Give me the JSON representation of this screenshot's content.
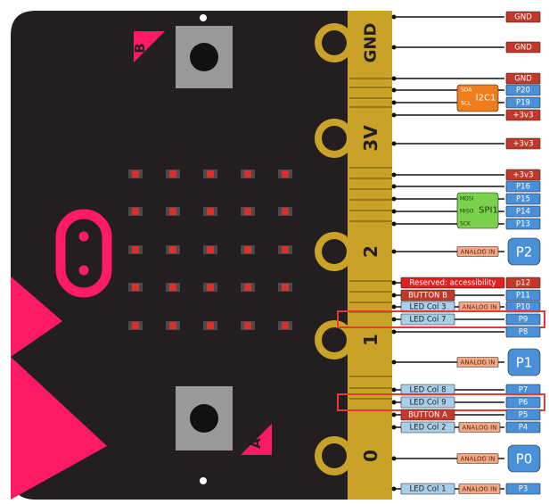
{
  "board": {
    "button_b_label": "B",
    "button_a_label": "A",
    "big_pins": [
      {
        "id": "gnd",
        "label": "GND"
      },
      {
        "id": "3v",
        "label": "3V"
      },
      {
        "id": "2",
        "label": "2"
      },
      {
        "id": "1",
        "label": "1"
      },
      {
        "id": "0",
        "label": "0"
      }
    ],
    "led_grid": {
      "rows": 5,
      "cols": 5
    }
  },
  "colors": {
    "board": "#231f20",
    "edge_connector": "#c9a227",
    "pink": "#ff1a66",
    "gnd_pwr": "#c0392b",
    "pin_blue": "#4a90d9",
    "led_col": "#a9cfe8",
    "button_label": "#c0392b",
    "analog": "#f4a986",
    "i2c": "#f07c1c",
    "spi": "#7ad14b",
    "reserved": "#e02020",
    "highlight": "#e53935"
  },
  "pins": [
    {
      "id": "gnd-top",
      "labels": [
        {
          "text": "GND",
          "type": "gnd"
        }
      ]
    },
    {
      "id": "gnd-big",
      "labels": [
        {
          "text": "GND",
          "type": "gnd"
        }
      ]
    },
    {
      "id": "gnd-small",
      "labels": [
        {
          "text": "GND",
          "type": "gnd"
        }
      ]
    },
    {
      "id": "p20",
      "labels": [
        {
          "text": "P20",
          "type": "pin"
        }
      ]
    },
    {
      "id": "p19",
      "labels": [
        {
          "text": "P19",
          "type": "pin"
        }
      ]
    },
    {
      "id": "3v3-a",
      "labels": [
        {
          "text": "+3v3",
          "type": "gnd"
        }
      ]
    },
    {
      "id": "3v3-big",
      "labels": [
        {
          "text": "+3v3",
          "type": "gnd"
        }
      ]
    },
    {
      "id": "3v3-b",
      "labels": [
        {
          "text": "+3v3",
          "type": "gnd"
        }
      ]
    },
    {
      "id": "p16",
      "labels": [
        {
          "text": "P16",
          "type": "pin"
        }
      ]
    },
    {
      "id": "p15",
      "labels": [
        {
          "text": "P15",
          "type": "pin"
        }
      ]
    },
    {
      "id": "p14",
      "labels": [
        {
          "text": "P14",
          "type": "pin"
        }
      ]
    },
    {
      "id": "p13",
      "labels": [
        {
          "text": "P13",
          "type": "pin"
        }
      ]
    },
    {
      "id": "p2",
      "labels": [
        {
          "text": "ANALOG IN",
          "type": "analog"
        },
        {
          "text": "P2",
          "type": "bigpin"
        }
      ]
    },
    {
      "id": "p12",
      "labels": [
        {
          "text": "Reserved: accessibility",
          "type": "reserved"
        },
        {
          "text": "p12",
          "type": "gnd"
        }
      ]
    },
    {
      "id": "p11",
      "labels": [
        {
          "text": "BUTTON B",
          "type": "button"
        },
        {
          "text": "P11",
          "type": "pin"
        }
      ]
    },
    {
      "id": "p10",
      "labels": [
        {
          "text": "LED Col 3",
          "type": "led"
        },
        {
          "text": "ANALOG IN",
          "type": "analog"
        },
        {
          "text": "P10",
          "type": "pin"
        }
      ]
    },
    {
      "id": "p9",
      "labels": [
        {
          "text": "LED Col 7",
          "type": "led"
        },
        {
          "text": "P9",
          "type": "pin"
        }
      ],
      "highlight": true
    },
    {
      "id": "p8",
      "labels": [
        {
          "text": "P8",
          "type": "pin"
        }
      ]
    },
    {
      "id": "p1",
      "labels": [
        {
          "text": "ANALOG IN",
          "type": "analog"
        },
        {
          "text": "P1",
          "type": "bigpin"
        }
      ]
    },
    {
      "id": "p7",
      "labels": [
        {
          "text": "LED Col 8",
          "type": "led"
        },
        {
          "text": "P7",
          "type": "pin"
        }
      ]
    },
    {
      "id": "p6",
      "labels": [
        {
          "text": "LED Col 9",
          "type": "led"
        },
        {
          "text": "P6",
          "type": "pin"
        }
      ],
      "highlight": true
    },
    {
      "id": "p5",
      "labels": [
        {
          "text": "BUTTON A",
          "type": "button"
        },
        {
          "text": "P5",
          "type": "pin"
        }
      ]
    },
    {
      "id": "p4",
      "labels": [
        {
          "text": "LED Col 2",
          "type": "led"
        },
        {
          "text": "ANALOG IN",
          "type": "analog"
        },
        {
          "text": "P4",
          "type": "pin"
        }
      ]
    },
    {
      "id": "p0",
      "labels": [
        {
          "text": "ANALOG IN",
          "type": "analog"
        },
        {
          "text": "P0",
          "type": "bigpin"
        }
      ]
    },
    {
      "id": "p3",
      "labels": [
        {
          "text": "LED Col 1",
          "type": "led"
        },
        {
          "text": "ANALOG IN",
          "type": "analog"
        },
        {
          "text": "P3",
          "type": "pin"
        }
      ]
    }
  ],
  "i2c": {
    "name": "I2C1",
    "lines": [
      "SDA",
      "SCL"
    ]
  },
  "spi": {
    "name": "SPI1",
    "lines": [
      "MOSI",
      "MISO",
      "SCK"
    ]
  }
}
